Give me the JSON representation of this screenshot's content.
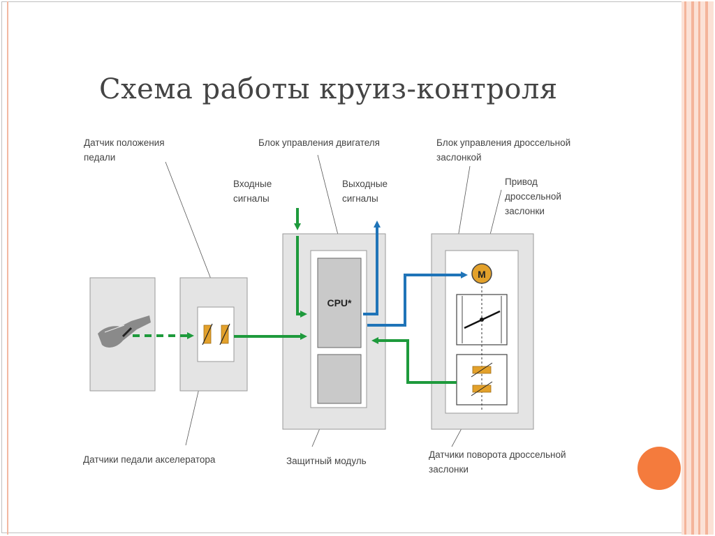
{
  "slide": {
    "title": "Схема работы круиз-контроля"
  },
  "labels": {
    "pedal_position_sensor_1": "Датчик положения",
    "pedal_position_sensor_2": "педали",
    "engine_control_unit": "Блок управления двигателя",
    "throttle_control_unit_1": "Блок управления дроссельной",
    "throttle_control_unit_2": "заслонкой",
    "input_signals_1": "Входные",
    "input_signals_2": "сигналы",
    "output_signals_1": "Выходные",
    "output_signals_2": "сигналы",
    "throttle_actuator_1": "Привод",
    "throttle_actuator_2": "дроссельной",
    "throttle_actuator_3": "заслонки",
    "cpu": "CPU*",
    "motor": "M",
    "accelerator_pedal_sensors": "Датчики педали акселератора",
    "protection_module": "Защитный модуль",
    "throttle_rotation_sensors_1": "Датчики поворота дроссельной",
    "throttle_rotation_sensors_2": "заслонки"
  },
  "colors": {
    "green_signal": "#1e9a3c",
    "blue_signal": "#1f74b8",
    "sensor_orange": "#e3a12b",
    "accent_dot": "#f47b3d"
  }
}
